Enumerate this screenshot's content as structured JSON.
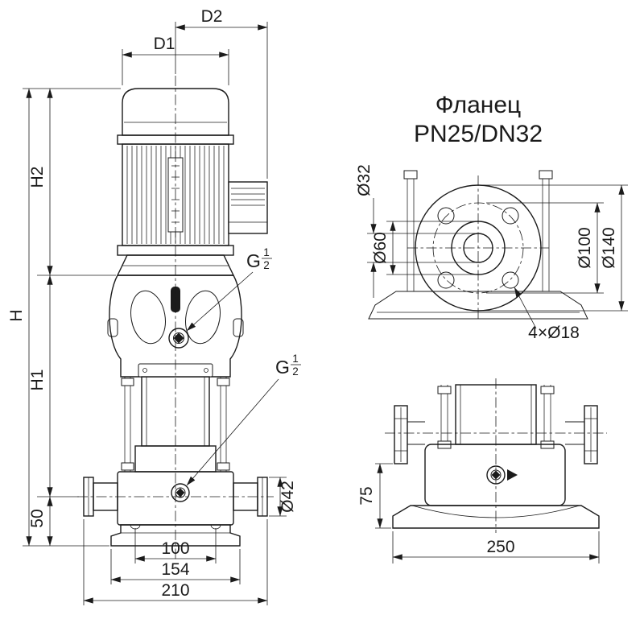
{
  "drawing": {
    "bg": "#ffffff",
    "ink": "#1b1b1b"
  },
  "front_view": {
    "dims": {
      "d2": "D2",
      "d1": "D1",
      "h2": "H2",
      "h": "H",
      "h1": "H1",
      "h50": "50",
      "dia42": "Ø42",
      "w100": "100",
      "w154": "154",
      "w210": "210"
    },
    "plug": {
      "letter": "G",
      "num": "1",
      "den": "2"
    }
  },
  "flange_view": {
    "title1": "Фланец",
    "title2": "PN25/DN32",
    "dims": {
      "dia32": "Ø32",
      "dia60": "Ø60",
      "dia100": "Ø100",
      "dia140": "Ø140",
      "bolts": "4×Ø18"
    }
  },
  "side_view": {
    "dims": {
      "h75": "75",
      "w250": "250"
    }
  }
}
